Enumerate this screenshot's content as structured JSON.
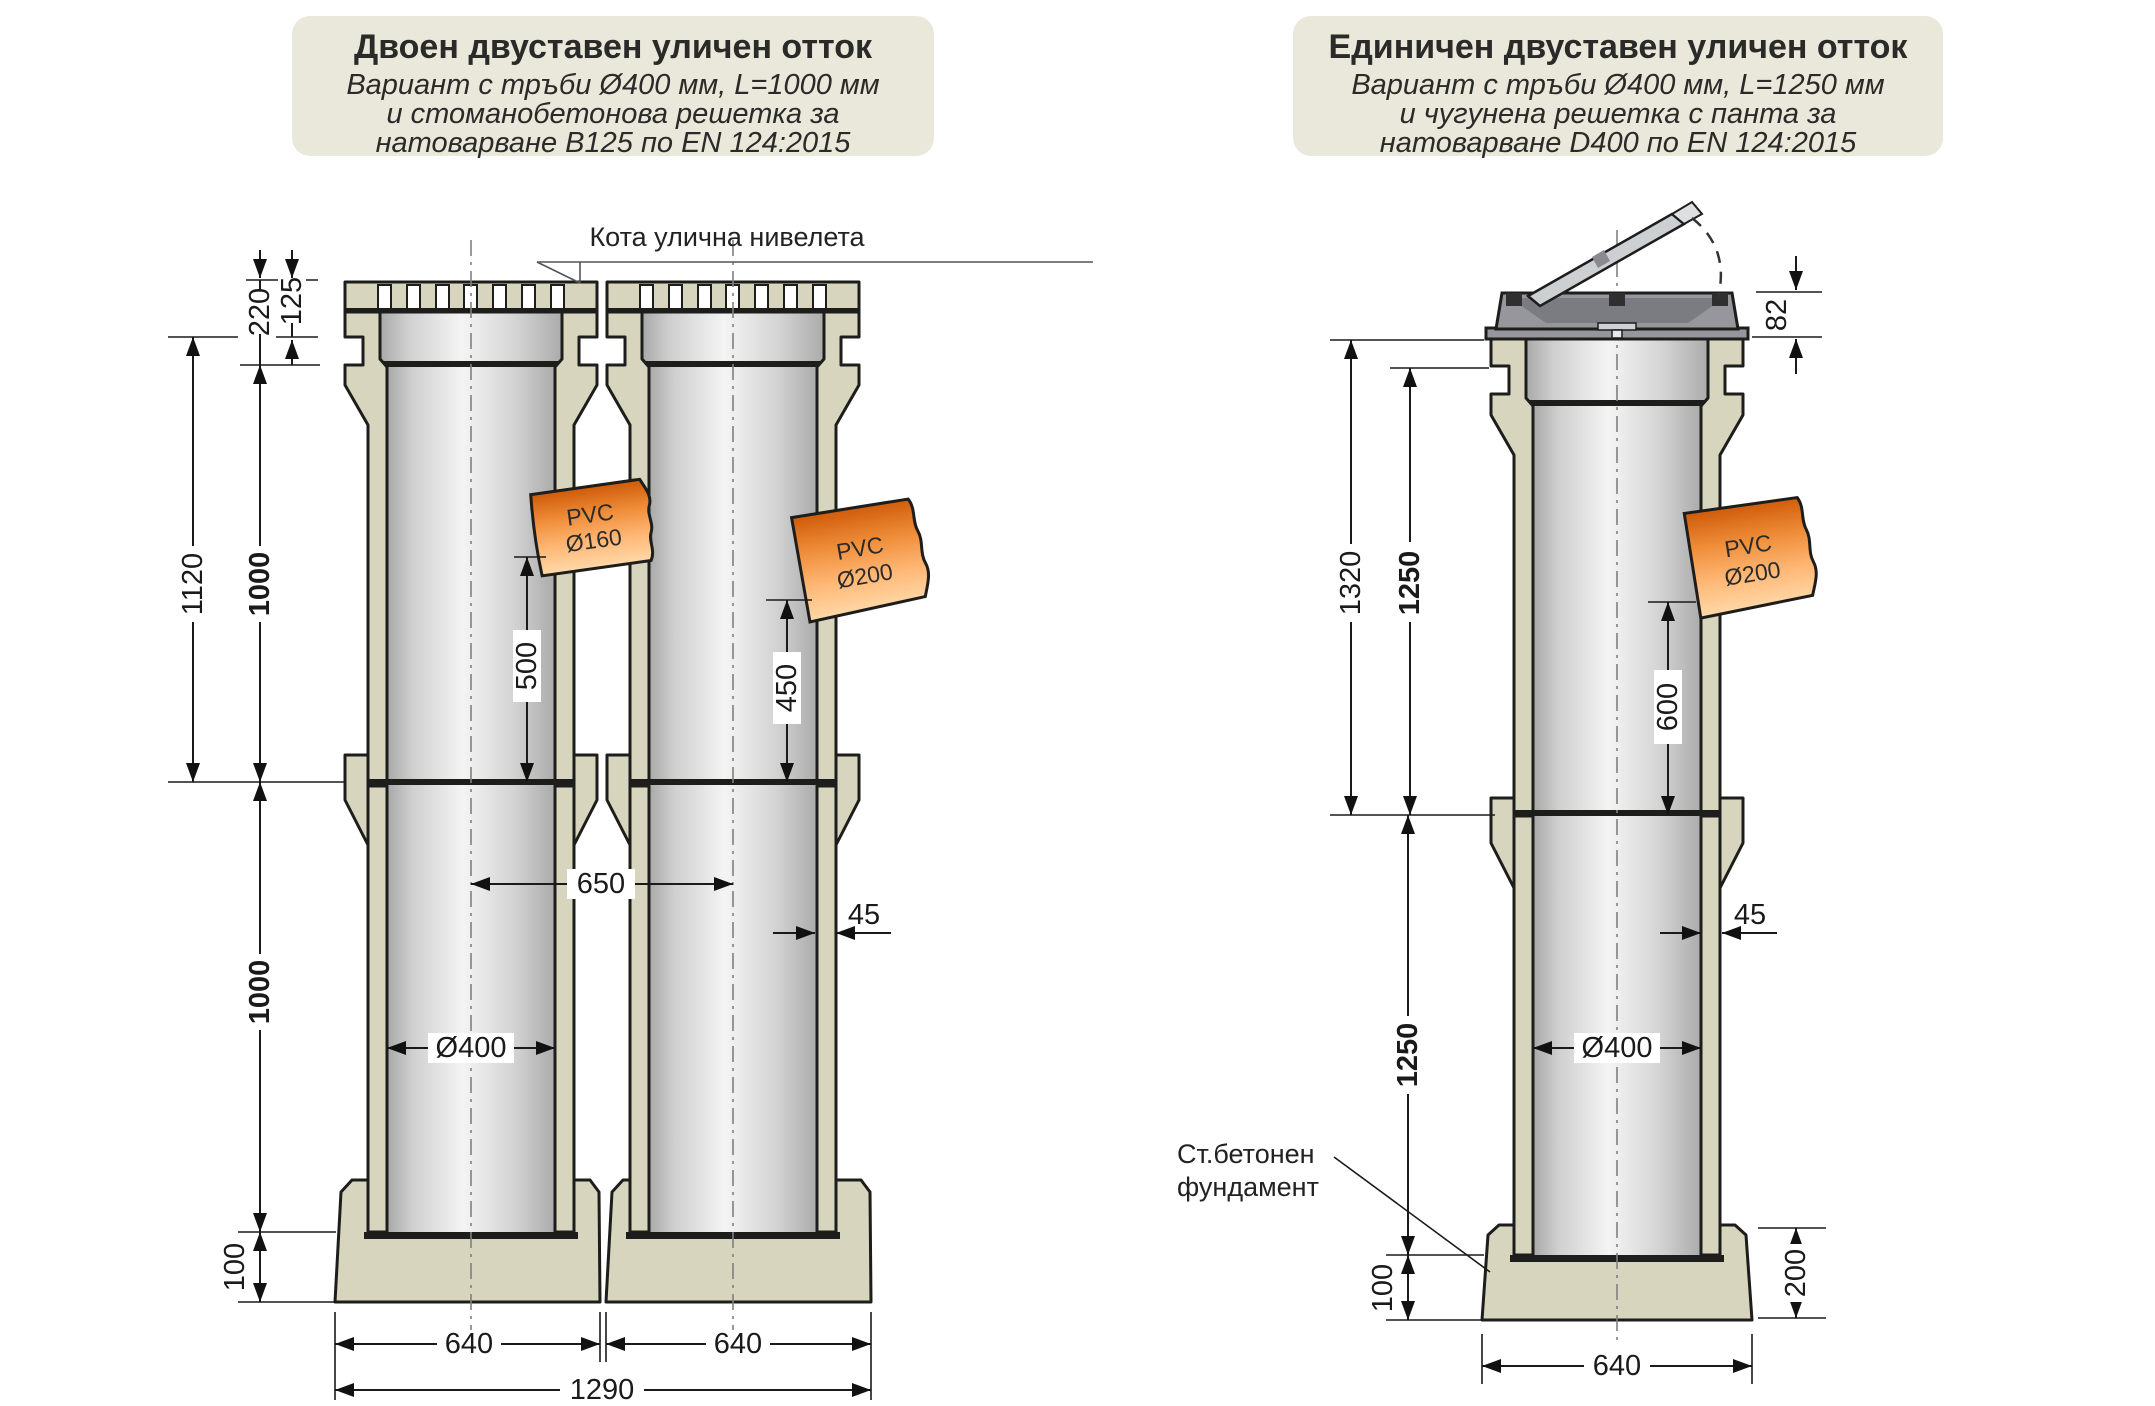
{
  "left": {
    "title": "Двоен двуставен уличен отток",
    "sub1": "Вариант с тръби Ø400 мм, L=1000 мм",
    "sub2": "и стоманобетонова решетка за",
    "sub3": "натоварване B125 по EN 124:2015",
    "street_label": "Кота улична нивелета",
    "pvc160": {
      "l1": "PVC",
      "l2": "Ø160"
    },
    "pvc200": {
      "l1": "PVC",
      "l2": "Ø200"
    },
    "dims": {
      "d220": "220",
      "d125": "125",
      "d1120": "1120",
      "d1000u": "1000",
      "d500": "500",
      "d450": "450",
      "d650": "650",
      "d45": "45",
      "dia": "Ø400",
      "d1000l": "1000",
      "d100": "100",
      "d640a": "640",
      "d640b": "640",
      "d1290": "1290"
    }
  },
  "right": {
    "title": "Единичен двуставен уличен отток",
    "sub1": "Вариант с тръби Ø400 мм, L=1250 мм",
    "sub2": "и чугунена решетка с панта за",
    "sub3": "натоварване D400 по EN 124:2015",
    "found1": "Ст.бетонен",
    "found2": "фундамент",
    "pvc200": {
      "l1": "PVC",
      "l2": "Ø200"
    },
    "dims": {
      "d82": "82",
      "d1320": "1320",
      "d1250u": "1250",
      "d600": "600",
      "d45": "45",
      "dia": "Ø400",
      "d1250l": "1250",
      "d100": "100",
      "d200": "200",
      "d640": "640"
    }
  },
  "colors": {
    "concrete": "#d8d5bf",
    "outline": "#1d1d1b",
    "title_box": "#eae8da",
    "pipe_gray_light": "#f4f4f4",
    "pipe_gray_dark": "#a8a8a8",
    "pvc_orange_dark": "#cf5a08",
    "pvc_orange_mid": "#ef8e3a",
    "pvc_orange_light": "#ffd9a8",
    "cast_iron": "#96969c"
  }
}
